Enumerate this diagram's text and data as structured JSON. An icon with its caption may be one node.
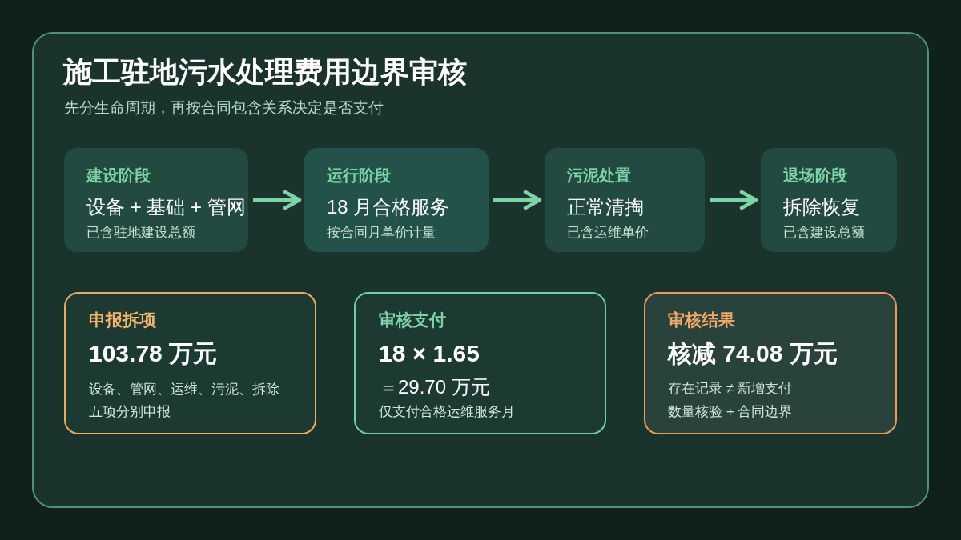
{
  "diagram": {
    "title": "施工驻地污水处理费用边界审核",
    "nodes": [
      {
        "text": [
          "建设阶段",
          "设备 + 基础 + 管网",
          "已含驻地建设总额"
        ]
      },
      {
        "text": [
          "运行阶段",
          "18 月合格服务",
          "按合同月单价计量"
        ]
      },
      {
        "text": [
          "污泥处置",
          "正常清掏",
          "已含运维单价"
        ]
      },
      {
        "text": [
          "退场阶段",
          "拆除恢复",
          "已含建设总额"
        ]
      },
      {
        "text": [
          "申报拆项",
          "103.78 万元",
          "设备、管网、运维、污泥、拆除五项分别申报"
        ]
      },
      {
        "text": [
          "审核支付",
          "18 × 1.65",
          "＝29.70 万元",
          "仅支付合格运维服务月"
        ]
      },
      {
        "text": [
          "审核结果",
          "核减 74.08 万元",
          "存在记录 ≠ 新增支付",
          "数量核验 + 合同边界"
        ]
      }
    ],
    "edges": [
      {
        "from": 0,
        "to": 1,
        "arrow": "to"
      },
      {
        "from": 1,
        "to": 2,
        "arrow": "to"
      },
      {
        "from": 2,
        "to": 3,
        "arrow": "to"
      }
    ],
    "labels": [
      "先分生命周期，再按合同包含关系决定是否支付"
    ]
  }
}
